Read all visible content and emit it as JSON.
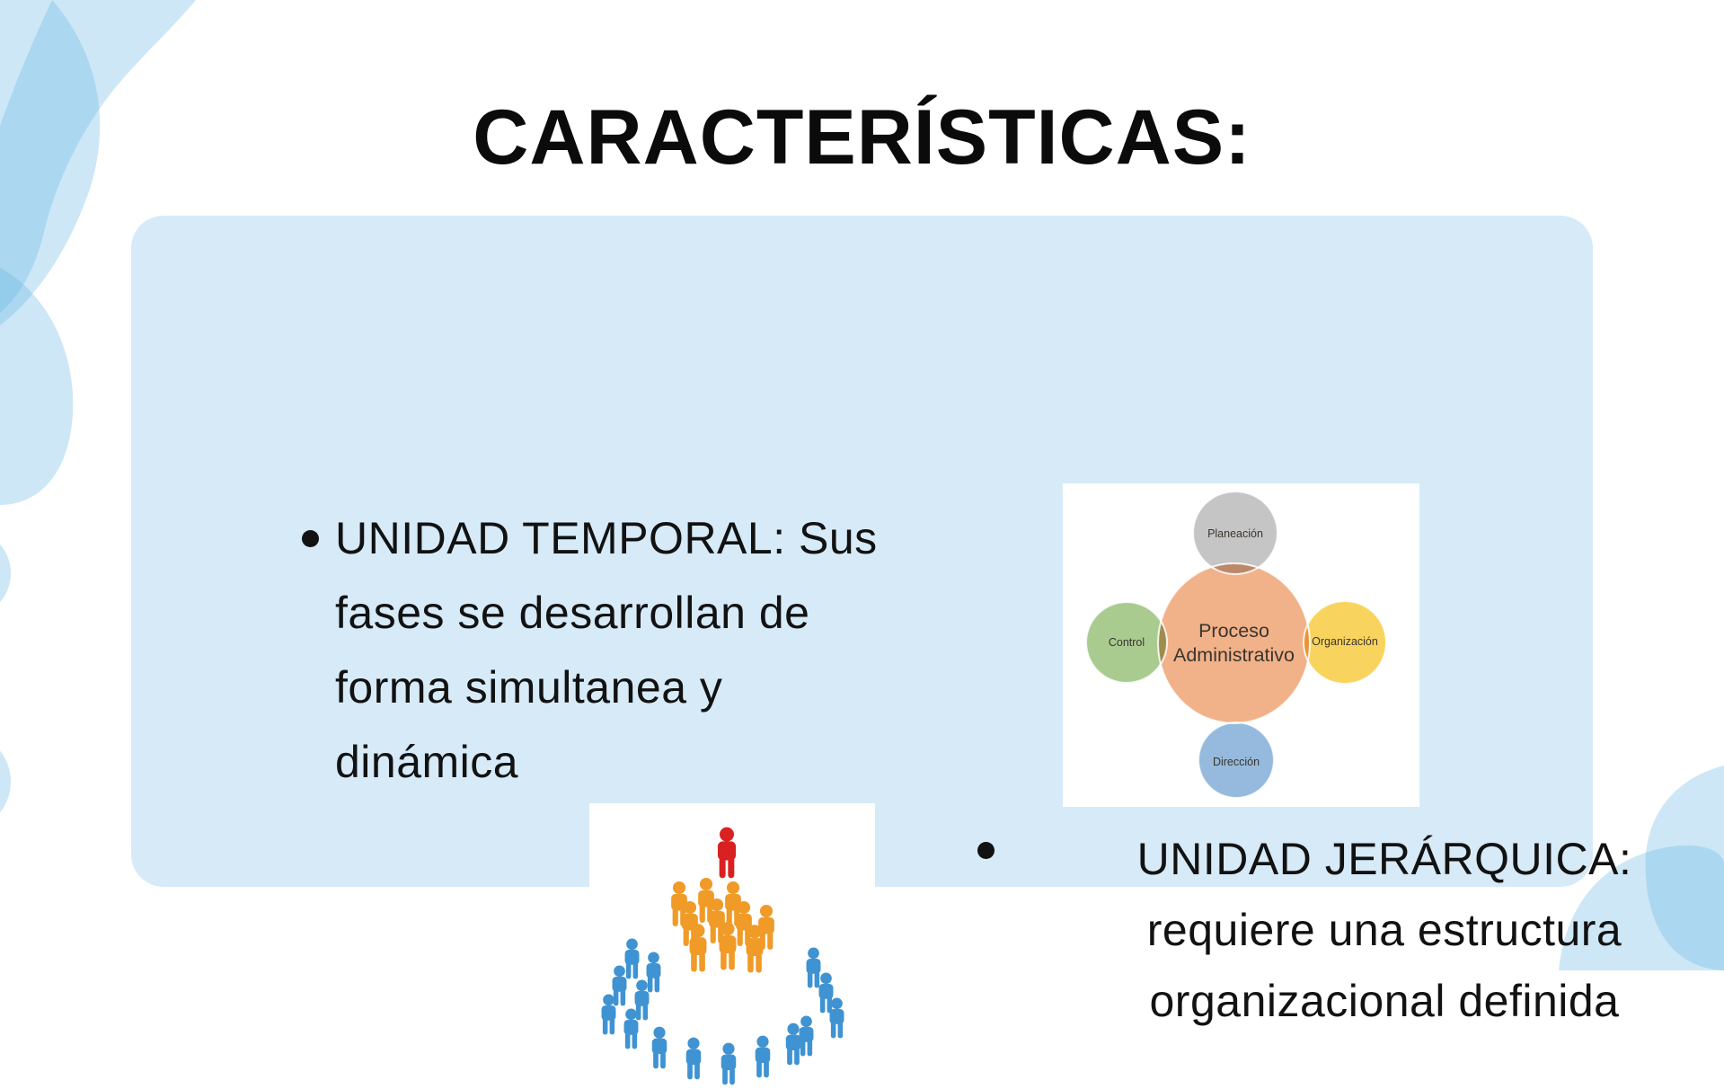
{
  "slide": {
    "title": "CARACTERÍSTICAS:"
  },
  "content_panel": {
    "left_bullet": {
      "lines": [
        "UNIDAD TEMPORAL: Sus",
        "fases se desarrollan de",
        "forma simultanea y",
        "dinámica"
      ]
    },
    "right_bullet": {
      "lines": [
        "UNIDAD JERÁRQUICA:",
        "requiere una estructura",
        "organizacional definida"
      ]
    }
  },
  "process_diagram": {
    "center_label": "Proceso Administrativo",
    "center_color": "#f1b189",
    "nodes": [
      {
        "position": "top",
        "label": "Planeación",
        "color": "#c6c5c5"
      },
      {
        "position": "left",
        "label": "Control",
        "color": "#a9cb90"
      },
      {
        "position": "right",
        "label": "Organización",
        "color": "#f8d45e"
      },
      {
        "position": "bottom",
        "label": "Dirección",
        "color": "#96badd"
      }
    ]
  },
  "colors": {
    "panel_blue": "#d6eaf8",
    "deco_blue": "#66b5e3",
    "title_color": "#0b0b0b",
    "text_color": "#121212",
    "diagram_label": "#3a352f",
    "center_orange": "#f1b189",
    "node_gray": "#c6c5c5",
    "node_green": "#a9cb90",
    "node_yellow": "#f8d45e",
    "node_blue": "#96badd",
    "people_red": "#d92121",
    "people_orange": "#f09a28",
    "people_blue": "#3f93d2"
  }
}
